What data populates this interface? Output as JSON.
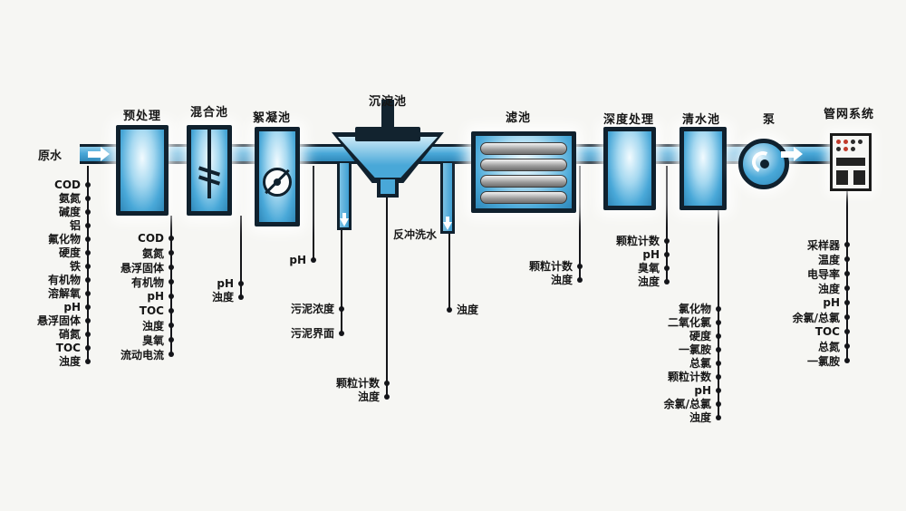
{
  "source": {
    "label": "原水"
  },
  "stages": {
    "pretreatment": "预处理",
    "mixing": "混合池",
    "flocculation": "絮凝池",
    "sedimentation": "沉淀池",
    "filter": "滤池",
    "advanced": "深度处理",
    "clearwater": "清水池",
    "pump": "泵",
    "network": "管网系统"
  },
  "annotations": {
    "backwash": "反冲洗水"
  },
  "monitoring": {
    "raw_water": [
      "COD",
      "氨氮",
      "碱度",
      "铝",
      "氟化物",
      "硬度",
      "铁",
      "有机物",
      "溶解氧",
      "pH",
      "悬浮固体",
      "硝氮",
      "TOC",
      "浊度"
    ],
    "pretreatment": [
      "COD",
      "氨氮",
      "悬浮固体",
      "有机物",
      "pH",
      "TOC",
      "浊度",
      "臭氧",
      "流动电流"
    ],
    "mixing": [
      "pH",
      "浊度"
    ],
    "flocculation": [
      "pH"
    ],
    "sludge": [
      "污泥浓度",
      "污泥界面"
    ],
    "sedimentation_outlet": [
      "颗粒计数",
      "浊度"
    ],
    "backwash_line": [
      "浊度"
    ],
    "filter_outlet": [
      "颗粒计数",
      "浊度"
    ],
    "advanced_treatment": [
      "颗粒计数",
      "pH",
      "臭氧",
      "浊度"
    ],
    "clearwater": [
      "氯化物",
      "二氧化氯",
      "硬度",
      "一氯胺",
      "总氯",
      "颗粒计数",
      "pH",
      "余氯/总氯",
      "浊度"
    ],
    "network": [
      "采样器",
      "温度",
      "电导率",
      "浊度",
      "pH",
      "余氯/总氯",
      "TOC",
      "总氮",
      "一氯胺"
    ]
  },
  "colors": {
    "pipe_blue": "#49a8d8",
    "outline_dark": "#10212e",
    "dot_black": "#141519",
    "indicator_red": "#c03a2b"
  }
}
